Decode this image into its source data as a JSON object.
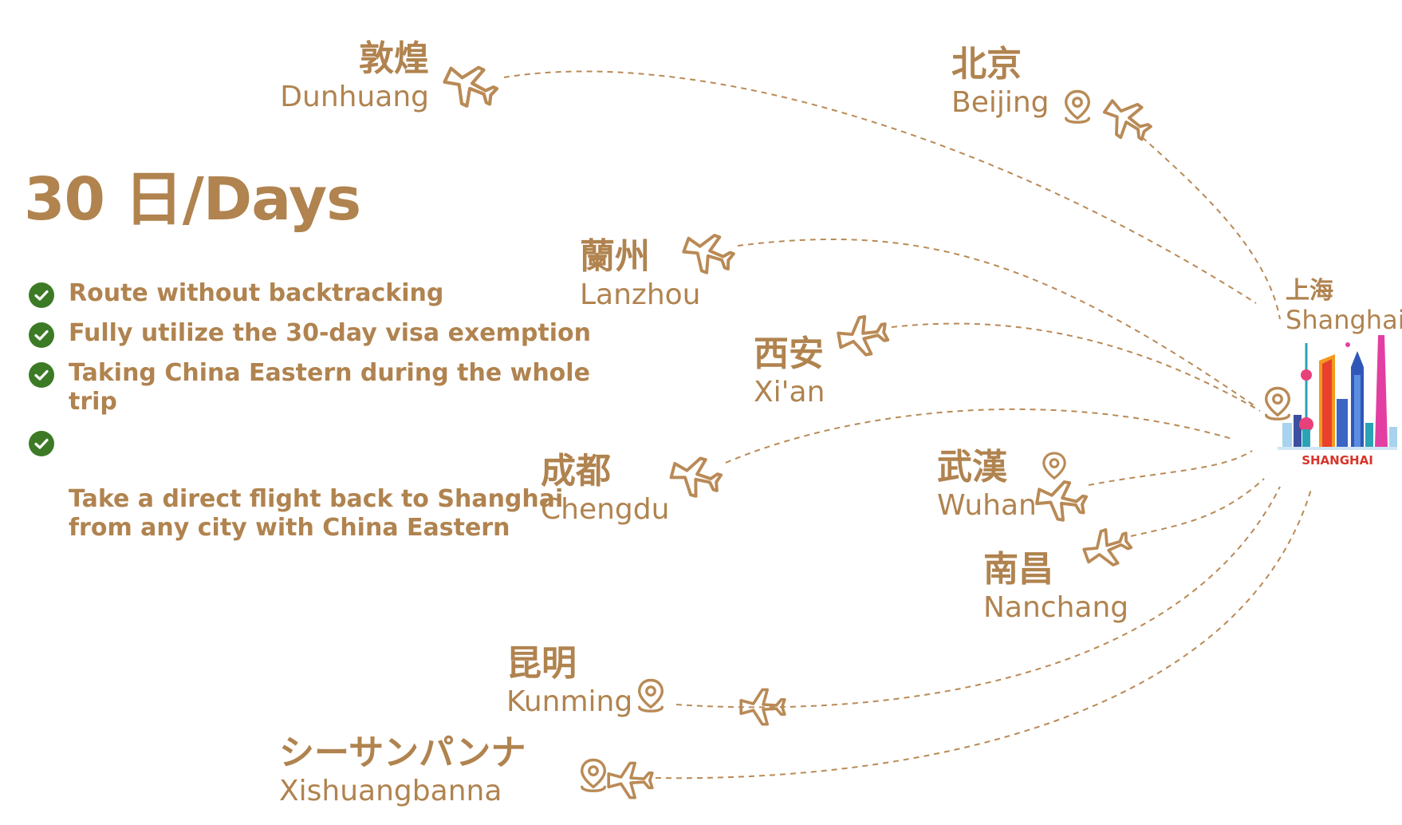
{
  "heading": "30 日/Days",
  "features": [
    "Route without backtracking",
    "Fully utilize the 30-day visa exemption",
    "Taking China Eastern during the whole trip",
    "Take a direct flight back to Shanghai\nfrom any city with China Eastern"
  ],
  "hub": {
    "zh": "上海",
    "en": "Shanghai",
    "badge": "SHANGHAI"
  },
  "cities": [
    {
      "id": "dunhuang",
      "zh": "敦煌",
      "en": "Dunhuang"
    },
    {
      "id": "beijing",
      "zh": "北京",
      "en": "Beijing"
    },
    {
      "id": "lanzhou",
      "zh": "蘭州",
      "en": "Lanzhou"
    },
    {
      "id": "xian",
      "zh": "西安",
      "en": "Xi'an"
    },
    {
      "id": "chengdu",
      "zh": "成都",
      "en": "Chengdu"
    },
    {
      "id": "wuhan",
      "zh": "武漢",
      "en": "Wuhan"
    },
    {
      "id": "nanchang",
      "zh": "南昌",
      "en": "Nanchang"
    },
    {
      "id": "kunming",
      "zh": "昆明",
      "en": "Kunming"
    },
    {
      "id": "xishuangbanna",
      "zh": "シーサンパンナ",
      "en": "Xishuangbanna"
    }
  ],
  "icons": {
    "plane": "airplane-icon",
    "pin": "location-pin-icon",
    "check": "check-circle-icon"
  },
  "colors": {
    "accent": "#b0834f",
    "check": "#3d7a26",
    "badge": "#d8342b"
  }
}
